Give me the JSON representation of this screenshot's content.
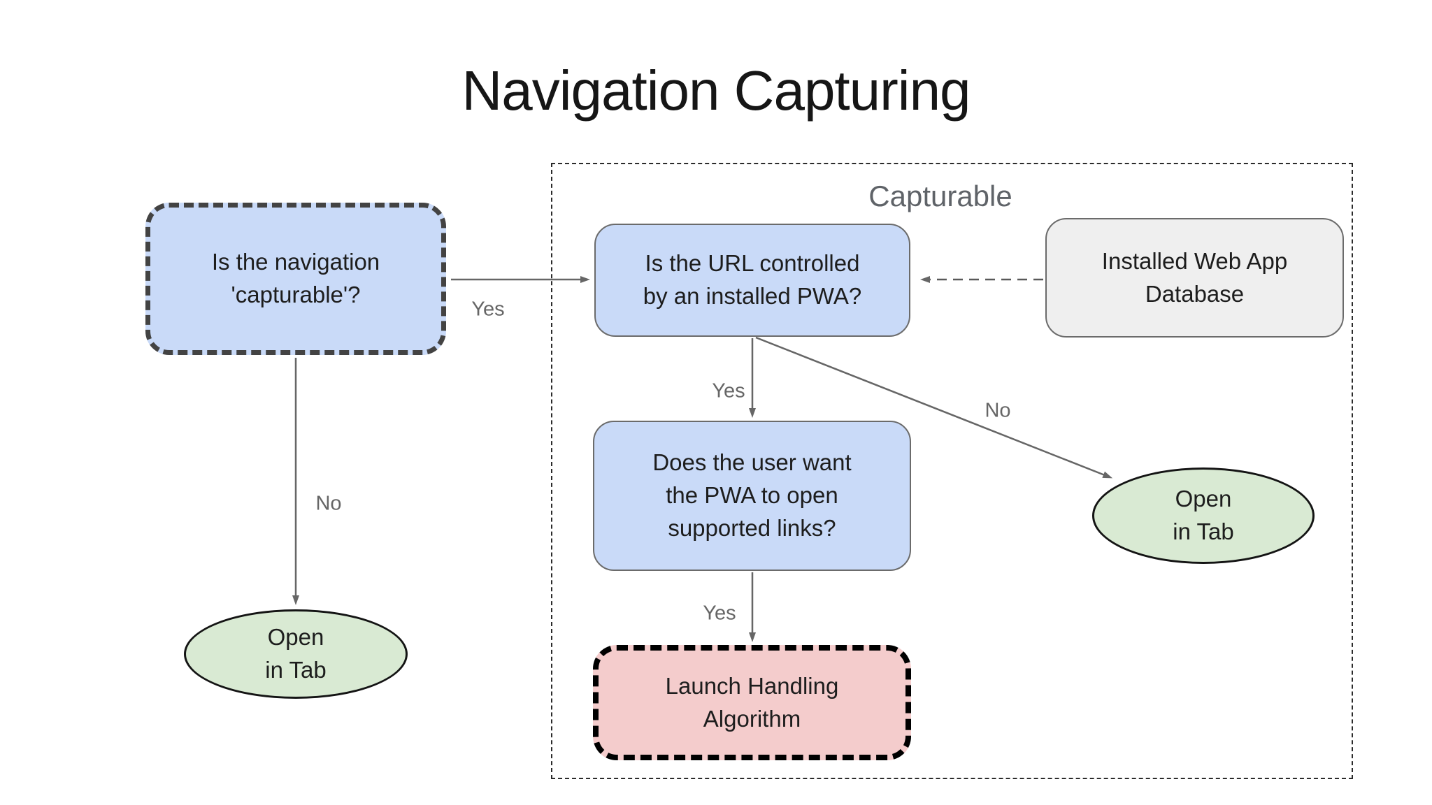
{
  "title": "Navigation Capturing",
  "group": {
    "label": "Capturable"
  },
  "nodes": {
    "start": {
      "label": "Is the navigation\n'capturable'?",
      "fill": "#c9daf8",
      "shape": "rounded-rect-dashed"
    },
    "url_controlled": {
      "label": "Is the URL controlled\nby an installed PWA?",
      "fill": "#c9daf8",
      "shape": "rounded-rect"
    },
    "installed_db": {
      "label": "Installed Web App\nDatabase",
      "fill": "#efefef",
      "shape": "rounded-rect"
    },
    "user_want": {
      "label": "Does the user want\nthe PWA to open\nsupported links?",
      "fill": "#c9daf8",
      "shape": "rounded-rect"
    },
    "launch_handling": {
      "label": "Launch Handling\nAlgorithm",
      "fill": "#f4cccc",
      "shape": "rounded-rect-dashed"
    },
    "open_in_tab_left": {
      "label": "Open\nin Tab",
      "fill": "#d9ead3",
      "shape": "ellipse"
    },
    "open_in_tab_right": {
      "label": "Open\nin Tab",
      "fill": "#d9ead3",
      "shape": "ellipse"
    }
  },
  "edges": {
    "start_to_url": {
      "label": "Yes",
      "style": "solid"
    },
    "start_to_tab": {
      "label": "No",
      "style": "solid"
    },
    "url_to_want": {
      "label": "Yes",
      "style": "solid"
    },
    "url_to_tab": {
      "label": "No",
      "style": "solid"
    },
    "want_to_launch": {
      "label": "Yes",
      "style": "solid"
    },
    "db_to_url": {
      "label": "",
      "style": "dashed"
    }
  },
  "colors": {
    "node_blue": "#c9daf8",
    "node_green": "#d9ead3",
    "node_pink": "#f4cccc",
    "node_gray": "#efefef",
    "arrow_gray": "#666666",
    "edge_label_gray": "#666666",
    "group_label_gray": "#5f6368"
  }
}
